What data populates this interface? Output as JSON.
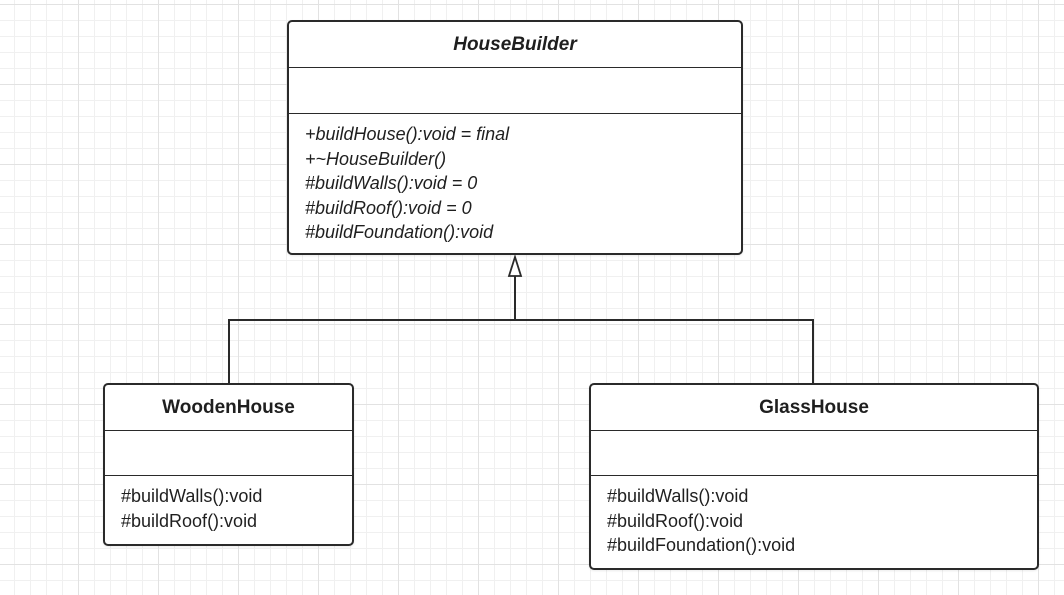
{
  "diagram": {
    "classes": {
      "house_builder": {
        "name": "HouseBuilder",
        "abstract": true,
        "attributes": [],
        "operations": [
          "+buildHouse():void = final",
          "+~HouseBuilder()",
          "#buildWalls():void = 0",
          "#buildRoof():void = 0",
          "#buildFoundation():void"
        ]
      },
      "wooden_house": {
        "name": "WoodenHouse",
        "abstract": false,
        "attributes": [],
        "operations": [
          "#buildWalls():void",
          "#buildRoof():void"
        ]
      },
      "glass_house": {
        "name": "GlassHouse",
        "abstract": false,
        "attributes": [],
        "operations": [
          "#buildWalls():void",
          "#buildRoof():void",
          "#buildFoundation():void"
        ]
      }
    },
    "relationships": [
      {
        "type": "generalization",
        "from": "WoodenHouse",
        "to": "HouseBuilder"
      },
      {
        "type": "generalization",
        "from": "GlassHouse",
        "to": "HouseBuilder"
      }
    ],
    "colors": {
      "line": "#2a2a2a",
      "background": "#ffffff",
      "grid_major": "#e2e2e2",
      "grid_minor": "#f0f0f0"
    }
  }
}
